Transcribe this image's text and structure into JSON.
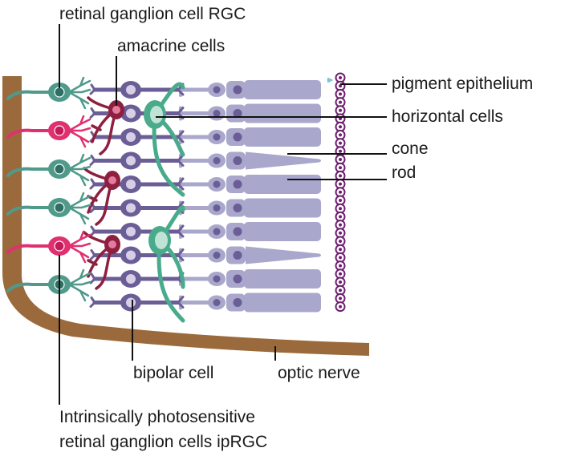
{
  "diagram": {
    "labels": {
      "rgc": "retinal ganglion cell RGC",
      "amacrine": "amacrine cells",
      "pigment": "pigment epithelium",
      "horizontal": "horizontal cells",
      "cone": "cone",
      "rod": "rod",
      "bipolar": "bipolar cell",
      "optic_nerve": "optic nerve",
      "iprgc_line1": "Intrinsically photosensitive",
      "iprgc_line2": "retinal ganglion cells ipRGC"
    },
    "colors": {
      "nerve": "#9b6a3c",
      "rgc": "#4f9a8a",
      "iprgc": "#e0306f",
      "amacrine": "#8e1f3e",
      "horizontal": "#4aaa8c",
      "bipolar": "#6b5e96",
      "photoreceptor": "#a9a7cb",
      "photoreceptor_dark": "#6b5e96",
      "pigment": "#6e1f6f"
    },
    "photoreceptor_rows": [
      "rod",
      "rod",
      "rod",
      "cone",
      "rod",
      "rod",
      "rod",
      "cone",
      "rod",
      "rod"
    ],
    "ganglion_rows": [
      "rgc",
      "iprgc",
      "rgc",
      "rgc",
      "iprgc",
      "rgc"
    ]
  }
}
